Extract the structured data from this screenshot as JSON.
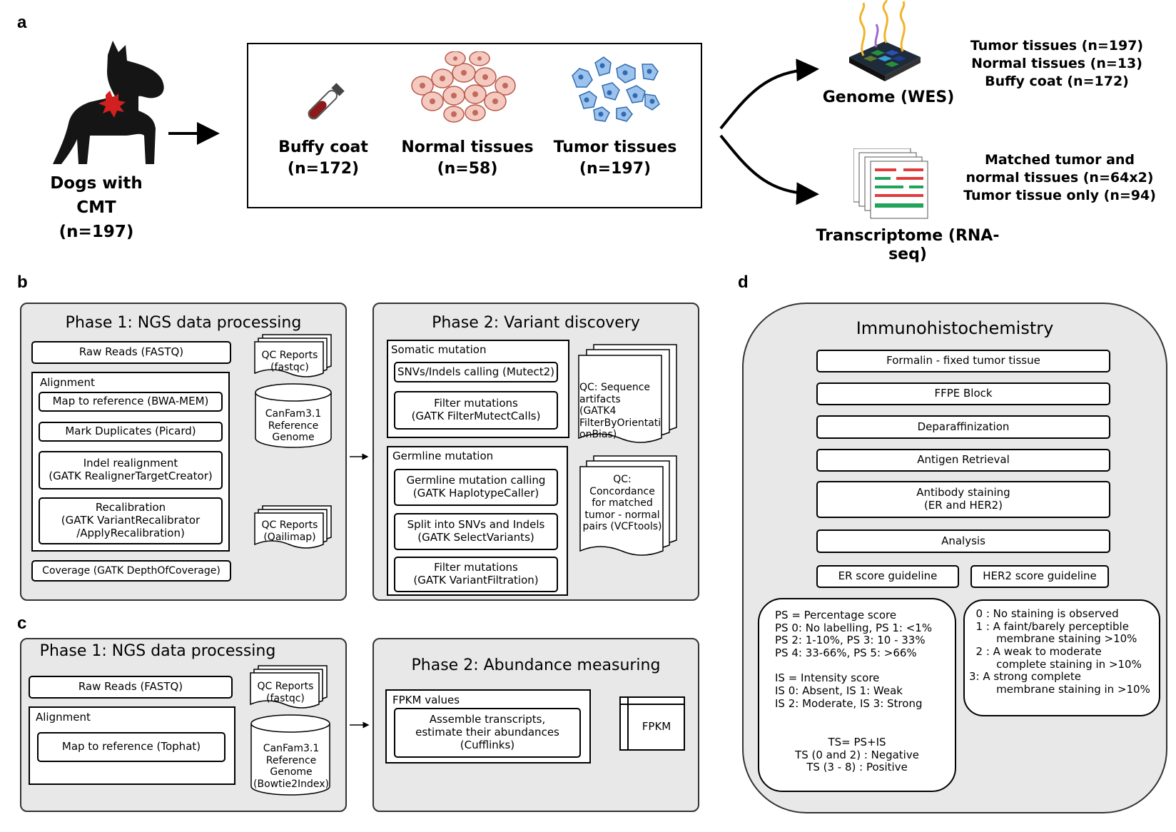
{
  "panel_labels": {
    "a": "a",
    "b": "b",
    "c": "c",
    "d": "d"
  },
  "panel_a": {
    "dogs_label": "Dogs with CMT\n(n=197)",
    "samples": [
      {
        "name": "Buffy coat",
        "n": "(n=172)"
      },
      {
        "name": "Normal tissues",
        "n": "(n=58)"
      },
      {
        "name": "Tumor tissues",
        "n": "(n=197)"
      }
    ],
    "genome_label": "Genome (WES)",
    "genome_counts": "Tumor tissues (n=197)\nNormal tissues (n=13)\nBuffy coat (n=172)",
    "transcriptome_label": "Transcriptome (RNA-seq)",
    "transcriptome_counts": "Matched tumor and\nnormal tissues (n=64x2)\nTumor tissue only (n=94)"
  },
  "panel_b": {
    "phase1": {
      "title": "Phase 1: NGS data processing",
      "raw_reads": "Raw Reads (FASTQ)",
      "alignment_label": "Alignment",
      "map_ref": "Map to reference (BWA-MEM)",
      "mark_dup": "Mark Duplicates (Picard)",
      "indel": "Indel realignment\n(GATK RealignerTargetCreator)",
      "recal": "Recalibration\n(GATK VariantRecalibrator\n/ApplyRecalibration)",
      "coverage": "Coverage (GATK DepthOfCoverage)",
      "qc1": "QC Reports\n(fastqc)",
      "ref_genome": "CanFam3.1\nReference\nGenome",
      "qc2": "QC Reports\n(Qailimap)"
    },
    "phase2": {
      "title": "Phase 2: Variant discovery",
      "somatic_label": "Somatic mutation",
      "snv_calling": "SNVs/Indels calling (Mutect2)",
      "filter_somatic": "Filter mutations\n(GATK FilterMutectCalls)",
      "qc_somatic": "QC: Sequence\nartifacts (GATK4\nFilterByOrientati\nonBias)",
      "germline_label": "Germline mutation",
      "germ_calling": "Germline mutation calling\n(GATK HaplotypeCaller)",
      "split": "Split into SNVs and Indels\n(GATK SelectVariants)",
      "filter_germ": "Filter mutations\n(GATK VariantFiltration)",
      "qc_germ": "QC:\nConcordance\nfor matched\ntumor - normal\npairs (VCFtools)"
    }
  },
  "panel_c": {
    "phase1": {
      "title": "Phase 1: NGS data processing",
      "raw_reads": "Raw Reads (FASTQ)",
      "alignment_label": "Alignment",
      "map_ref": "Map to reference (Tophat)",
      "qc": "QC Reports\n(fastqc)",
      "ref_genome": "CanFam3.1\nReference\nGenome\n(Bowtie2Index)"
    },
    "phase2": {
      "title": "Phase 2: Abundance measuring",
      "fpkm_label": "FPKM values",
      "assemble": "Assemble transcripts,\nestimate their abundances\n(Cufflinks)",
      "fpkm": "FPKM"
    }
  },
  "panel_d": {
    "title": "Immunohistochemistry",
    "steps": [
      "Formalin - fixed tumor tissue",
      "FFPE Block",
      "Deparaffinization",
      "Antigen Retrieval",
      "Antibody staining\n(ER and HER2)",
      "Analysis"
    ],
    "er_guideline": "ER score guideline",
    "her2_guideline": "HER2 score guideline",
    "er_text_1": "PS = Percentage score\nPS 0: No labelling, PS 1: <1%\nPS 2: 1-10%,    PS 3: 10 - 33%\nPS 4: 33-66%, PS 5: >66%\n\nIS = Intensity score\nIS 0: Absent,      IS 1: Weak\nIS 2: Moderate, IS 3: Strong",
    "er_text_2": "TS= PS+IS\nTS (0 and 2) : Negative\nTS (3 - 8) : Positive",
    "her2_text": "  0 : No staining is observed\n  1 : A faint/barely perceptible\n        membrane staining >10%\n  2 : A weak to moderate\n        complete staining in >10%\n3: A strong complete\n        membrane staining in >10%"
  }
}
